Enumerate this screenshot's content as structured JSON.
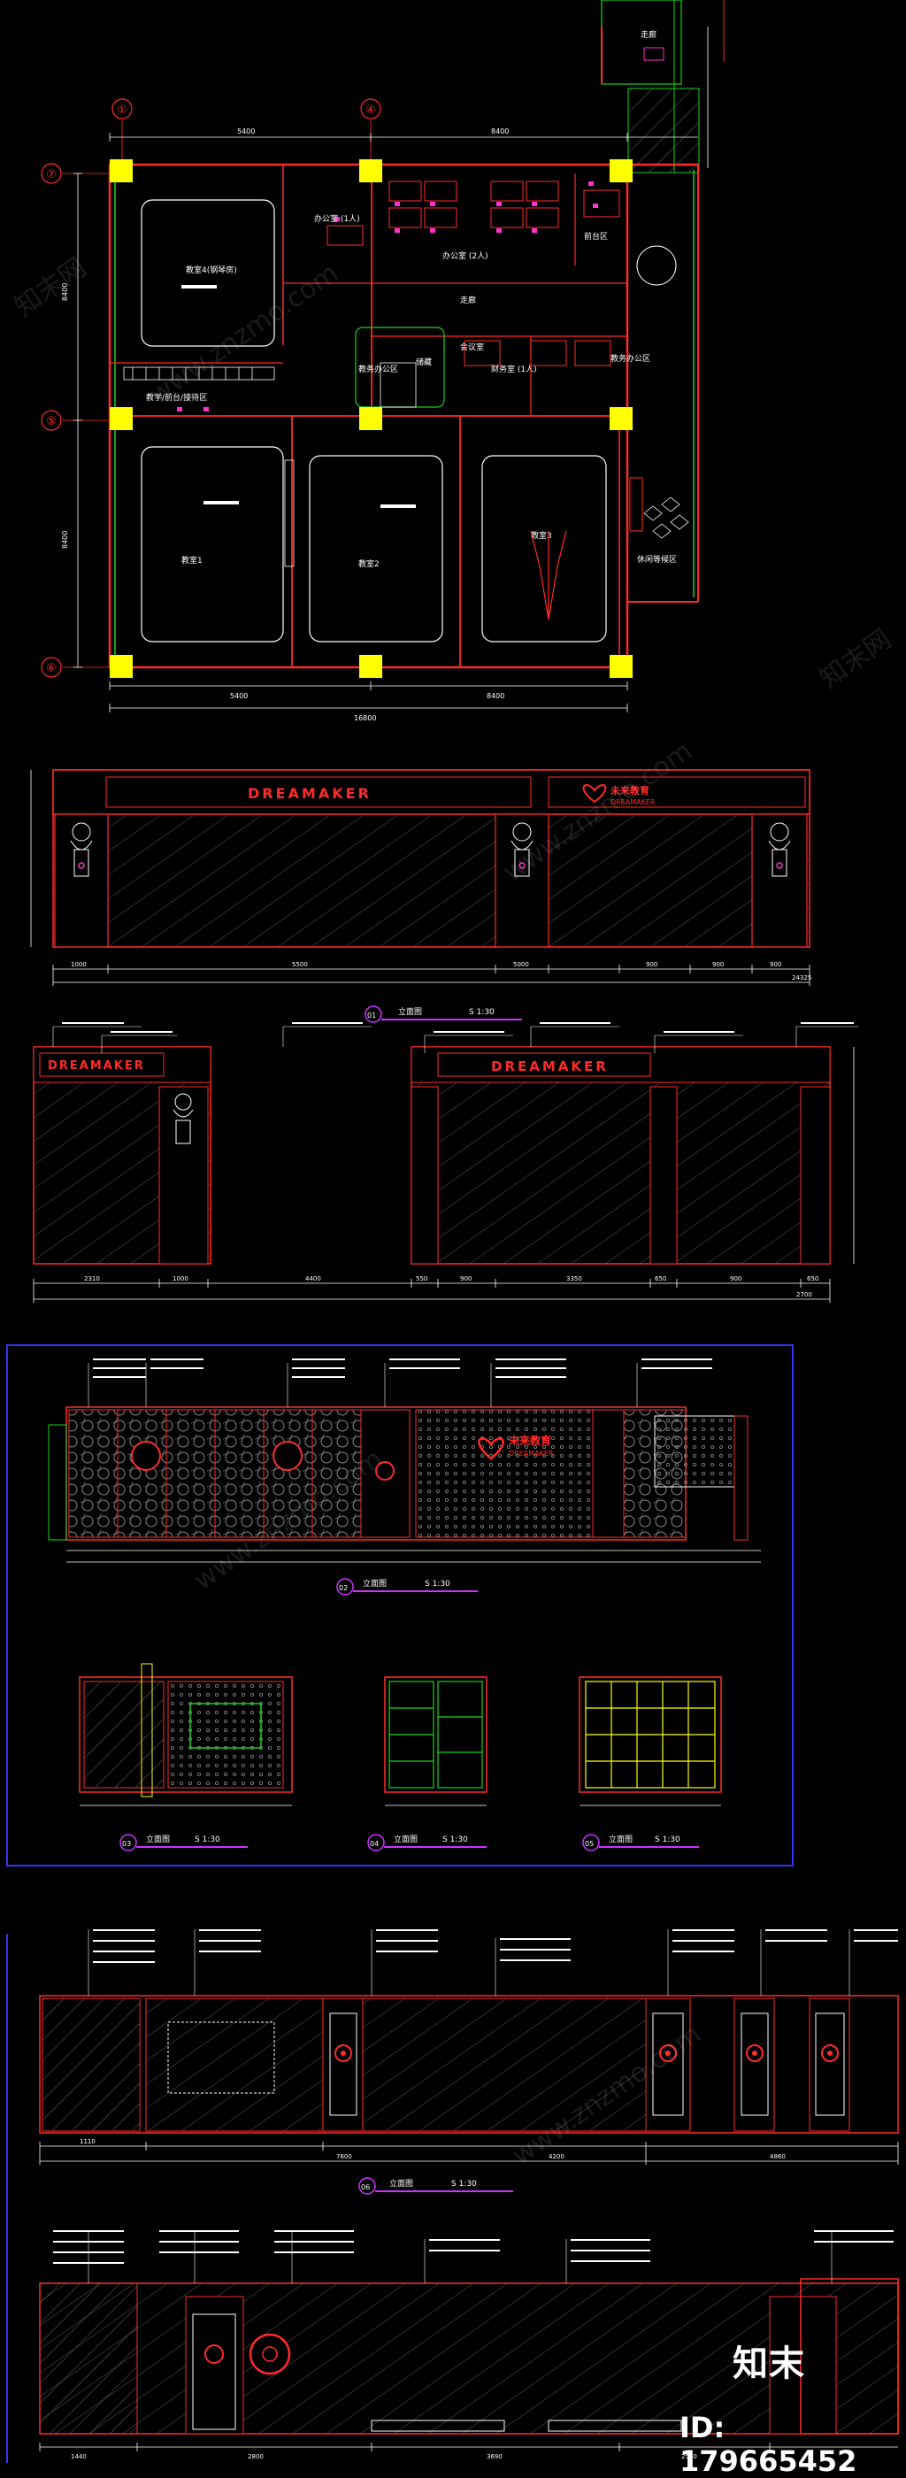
{
  "plan": {
    "grid_top": [
      "①",
      "④"
    ],
    "grid_left": [
      "⑦",
      "⑤",
      "⑥"
    ],
    "dims_top": [
      "5400",
      "8400"
    ],
    "dims_bottom": [
      "5400",
      "8400"
    ],
    "dim_total": "16800",
    "dims_left": [
      "8400",
      "8400"
    ],
    "rooms": {
      "classroom4": "教室4(钢琴房)",
      "office1": "办公室 (1人)",
      "office2": "办公室 (2人)",
      "corridor": "走廊",
      "reception": "前台区",
      "hall_store": "储藏",
      "finance": "财务室 (1人)",
      "meeting": "会议室",
      "edu_office": "教务办公区",
      "classroom_prep": "教学/前台/接待区",
      "classroom1": "教室1",
      "classroom2": "教室2",
      "classroom3": "教室3",
      "lounge": "休闲等候区",
      "stair": "走廊"
    }
  },
  "elev1": {
    "sign_left": "DREAMAKER",
    "sign_right": "未来教育",
    "sign_right_sub": "DREAMAKER",
    "dims": [
      "1000",
      "5500",
      "5000",
      "900",
      "900",
      "900"
    ],
    "total": "24325",
    "label": "立面图",
    "scale": "S 1:30",
    "num": "01"
  },
  "elev2": {
    "sign_left": "DREAMAKER",
    "sign_right": "DREAMAKER",
    "dims": [
      "2310",
      "1000",
      "4400",
      "550",
      "900",
      "3350",
      "650",
      "900",
      "650"
    ],
    "total": "2700"
  },
  "elev3": {
    "logo_text": "未来教育",
    "logo_sub": "DREAMAKER",
    "label": "立面图",
    "scale": "S 1:30",
    "num": "02",
    "sub_labels": [
      {
        "num": "03",
        "label": "立面图",
        "scale": "S 1:30"
      },
      {
        "num": "04",
        "label": "立面图",
        "scale": "S 1:30"
      },
      {
        "num": "05",
        "label": "立面图",
        "scale": "S 1:30"
      }
    ]
  },
  "elev4": {
    "label": "立面图",
    "scale": "S 1:30",
    "num": "06",
    "dims": [
      "1110",
      "7600",
      "4200",
      "4860"
    ]
  },
  "elev5": {
    "dims": [
      "1440",
      "2800",
      "3690",
      "2550"
    ]
  },
  "footer": {
    "brand": "知末",
    "id_text": "ID: 179665452"
  },
  "watermarks": [
    "www.znzmo.com",
    "知末网"
  ],
  "colors": {
    "background": "#000000",
    "wall": "#ff2a2a",
    "dim": "#ffffff",
    "column": "#ffff00",
    "grid": "#ff2a2a",
    "green": "#19d219",
    "magenta": "#ff33cc",
    "cyan": "#33e0ff",
    "frame": "#3333ff",
    "purple": "#cc33ff"
  }
}
